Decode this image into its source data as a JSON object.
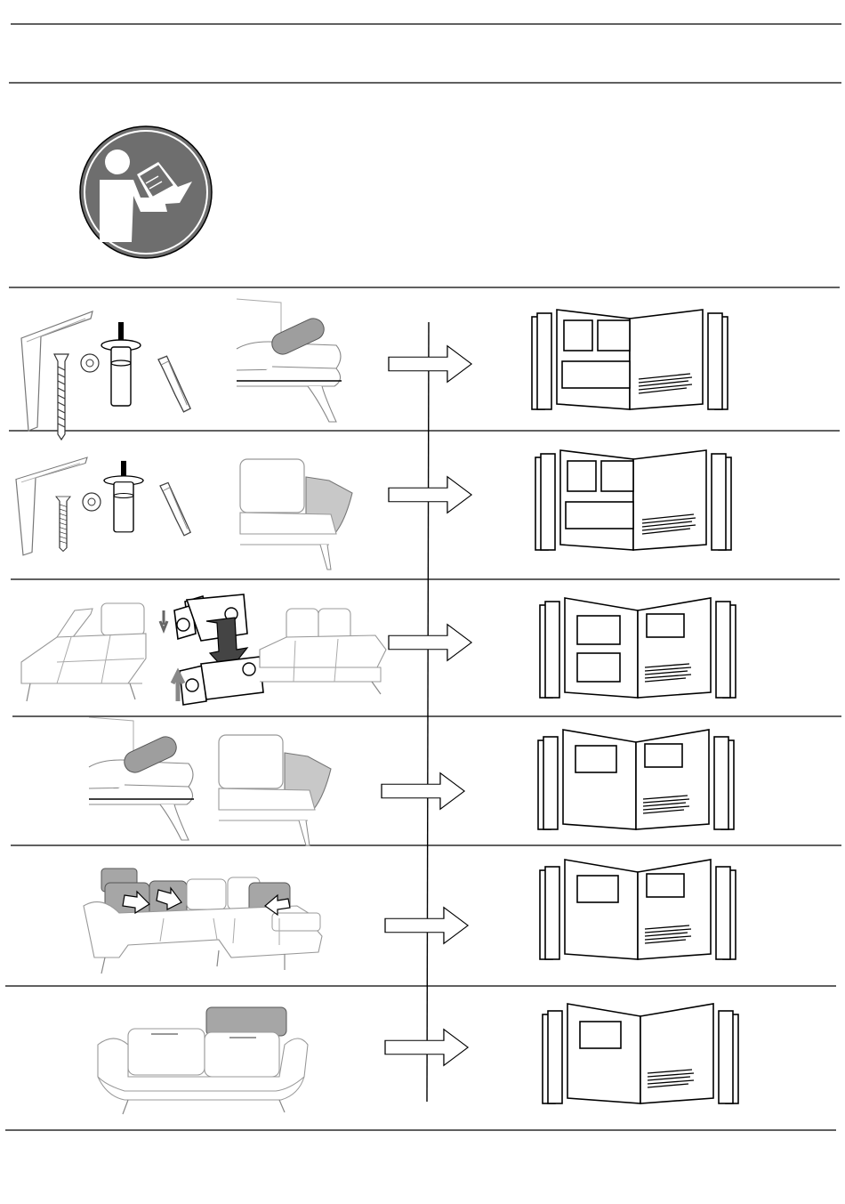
{
  "document": {
    "kind": "assembly-instruction-overview",
    "header_icon": "read-manual-icon",
    "rows": [
      {
        "index": 1,
        "left_icon": "leg-screw-washer-foot-hexkey-icons",
        "middle_icon": "armrest-headrest-sofa-icon",
        "right_icon": "open-manual-icon"
      },
      {
        "index": 2,
        "left_icon": "leg-screw-washer-foot-hexkey-icons",
        "middle_icon": "backrest-cushion-sofa-icon",
        "right_icon": "open-manual-icon"
      },
      {
        "index": 3,
        "left_icon": "chaise-sofa-connector-bracket-icon",
        "middle_icon": "two-seat-sofa-icon",
        "right_icon": "open-manual-icon"
      },
      {
        "index": 4,
        "left_icon": "armrest-headrest-sofa-icon",
        "middle_icon": "backrest-cushion-sofa-icon",
        "right_icon": "open-manual-icon"
      },
      {
        "index": 5,
        "left_icon": "corner-sofa-headrest-adjust-icon",
        "middle_icon": "",
        "right_icon": "open-manual-icon"
      },
      {
        "index": 6,
        "left_icon": "sofa-top-headrest-icon",
        "middle_icon": "",
        "right_icon": "open-manual-icon"
      }
    ],
    "colors": {
      "line": "#000000",
      "highlight_gray": "#a6a6a6",
      "sketch_gray": "#8a8a8a",
      "icon_gray": "#6f6f6f"
    }
  }
}
